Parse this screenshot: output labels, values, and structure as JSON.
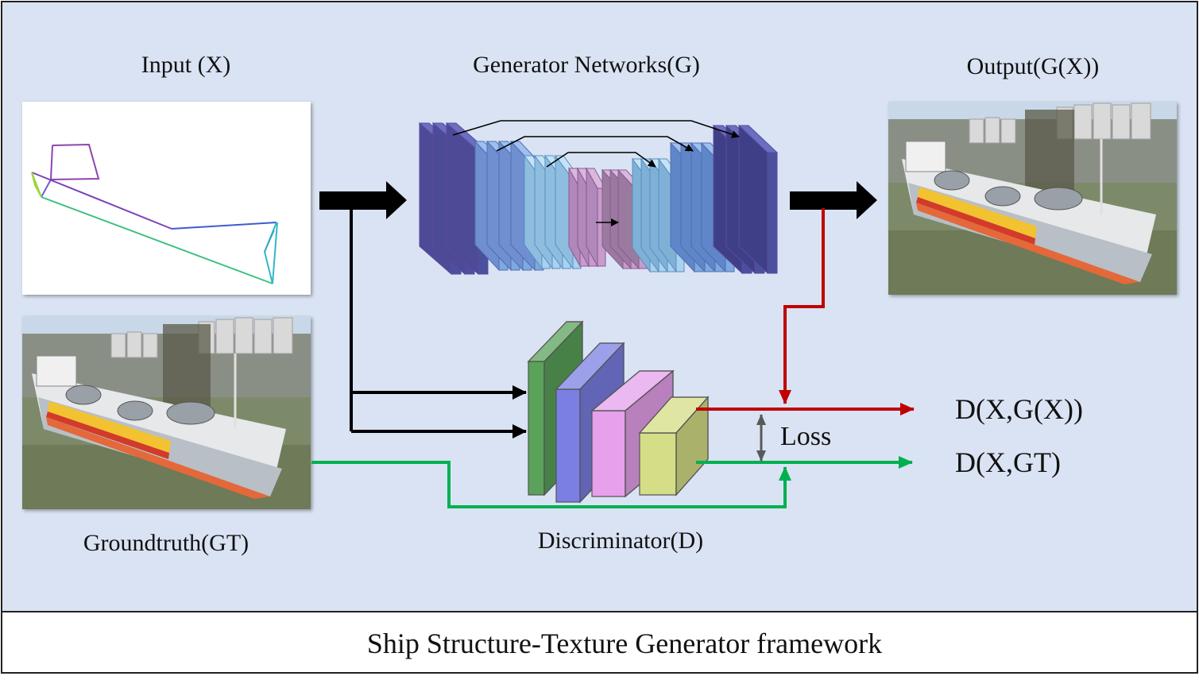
{
  "labels": {
    "input": "Input (X)",
    "generator": "Generator Networks(G)",
    "output": "Output(G(X))",
    "groundtruth": "Groundtruth(GT)",
    "discriminator": "Discriminator(D)",
    "loss": "Loss",
    "d_fake": "D(X,G(X))",
    "d_real": "D(X,GT)"
  },
  "caption": "Ship Structure-Texture Generator framework",
  "colors": {
    "panel_bg": "#dae3f3",
    "fake_arrow": "#c00000",
    "real_arrow": "#00b050",
    "loss_arrow": "#595959",
    "disc_block_1": "#5aa25a",
    "disc_block_2": "#7b7fe3",
    "disc_block_3": "#e6a0ec",
    "disc_block_4": "#d5de86"
  }
}
